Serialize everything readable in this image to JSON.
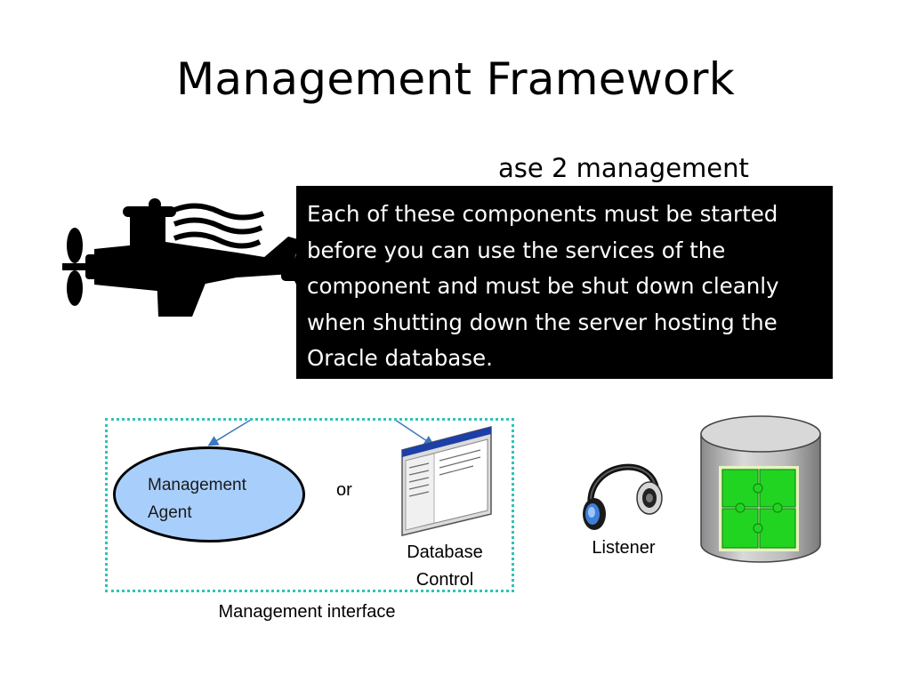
{
  "slide": {
    "title": "Management Framework",
    "bullet_fragment": "ase 2 management",
    "callout_text": "Each of these components must be started before you can use the services of the component and must be shut down cleanly when shutting down the server hosting the Oracle database."
  },
  "diagram": {
    "management_agent_label": "Management Agent",
    "or_label": "or",
    "database_control_label": "Database Control",
    "listener_label": "Listener",
    "management_interface_label": "Management interface"
  },
  "colors": {
    "agent_fill": "#a8cffc",
    "interface_border": "#2ec4b6",
    "puzzle_green": "#22d422",
    "callout_bg": "#000000"
  },
  "icons": [
    "airplane-icon",
    "browser-window-icon",
    "headphones-icon",
    "database-cylinder-icon"
  ]
}
